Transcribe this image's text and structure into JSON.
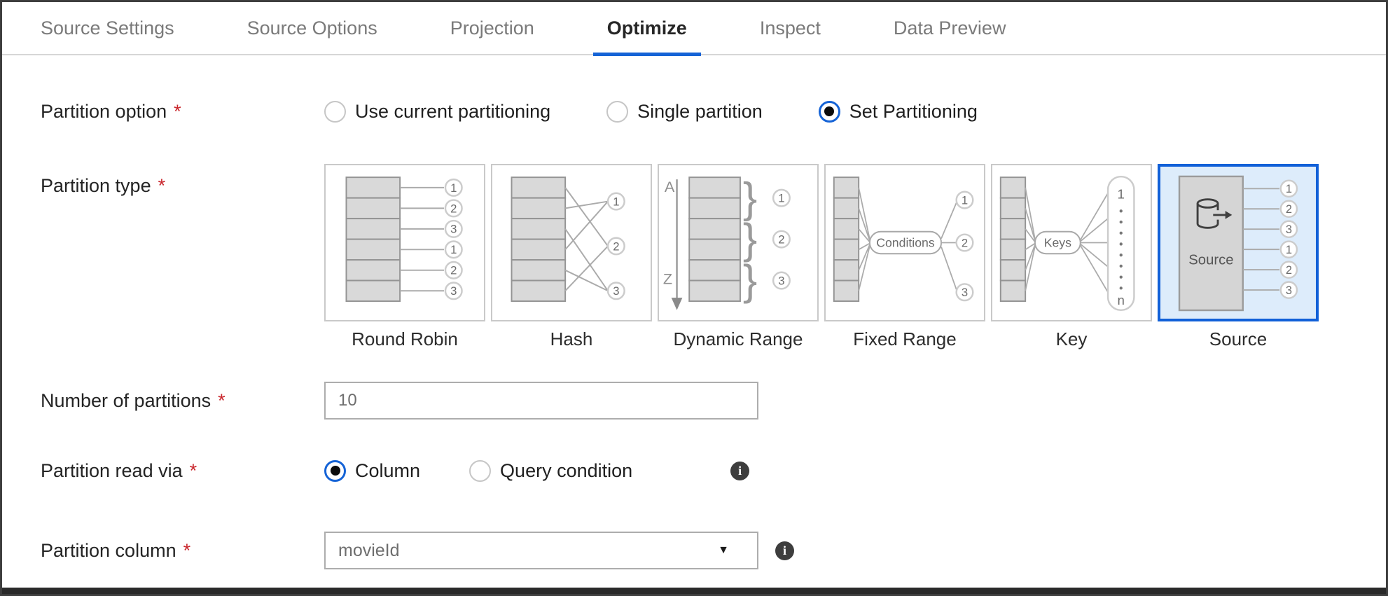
{
  "tab_bar": {
    "tabs": [
      {
        "label": "Source Settings",
        "active": false
      },
      {
        "label": "Source Options",
        "active": false
      },
      {
        "label": "Projection",
        "active": false
      },
      {
        "label": "Optimize",
        "active": true
      },
      {
        "label": "Inspect",
        "active": false
      },
      {
        "label": "Data Preview",
        "active": false
      }
    ]
  },
  "fields": {
    "partition_option": {
      "label": "Partition option",
      "required_marker": "*",
      "options": [
        {
          "label": "Use current partitioning",
          "selected": false
        },
        {
          "label": "Single partition",
          "selected": false
        },
        {
          "label": "Set Partitioning",
          "selected": true
        }
      ]
    },
    "partition_type": {
      "label": "Partition type",
      "required_marker": "*",
      "selected_tile": "Source",
      "tiles": [
        {
          "label": "Round Robin",
          "selected": false
        },
        {
          "label": "Hash",
          "selected": false
        },
        {
          "label": "Dynamic Range",
          "selected": false
        },
        {
          "label": "Fixed Range",
          "selected": false
        },
        {
          "label": "Key",
          "selected": false
        },
        {
          "label": "Source",
          "selected": true
        }
      ]
    },
    "number_of_partitions": {
      "label": "Number of partitions",
      "required_marker": "*",
      "value": "10"
    },
    "partition_read_via": {
      "label": "Partition read via",
      "required_marker": "*",
      "options": [
        {
          "label": "Column",
          "selected": true
        },
        {
          "label": "Query condition",
          "selected": false
        }
      ]
    },
    "partition_column": {
      "label": "Partition column",
      "required_marker": "*",
      "value": "movieId"
    }
  },
  "diagrams": {
    "round_robin": {
      "outputs": [
        "1",
        "2",
        "3",
        "1",
        "2",
        "3"
      ]
    },
    "hash": {
      "outputs": [
        "1",
        "2",
        "3"
      ]
    },
    "dynamic_range": {
      "start_letter": "A",
      "end_letter": "Z",
      "brace": "}",
      "outputs": [
        "1",
        "2",
        "3"
      ]
    },
    "fixed_range": {
      "pill_label": "Conditions",
      "outputs": [
        "1",
        "2",
        "3"
      ]
    },
    "key": {
      "pill_label": "Keys",
      "range_top": "1",
      "range_bottom": "n"
    },
    "source": {
      "box_label": "Source",
      "outputs": [
        "1",
        "2",
        "3",
        "1",
        "2",
        "3"
      ]
    }
  },
  "icons": {
    "info_glyph": "i",
    "dropdown_caret": "▼"
  },
  "colors": {
    "accent_blue": "#1563d6",
    "selected_tile_border": "#1160d8",
    "selected_tile_background": "#ddecfb",
    "required_red": "#c9262c",
    "info_icon_background": "#3d3d3d"
  }
}
